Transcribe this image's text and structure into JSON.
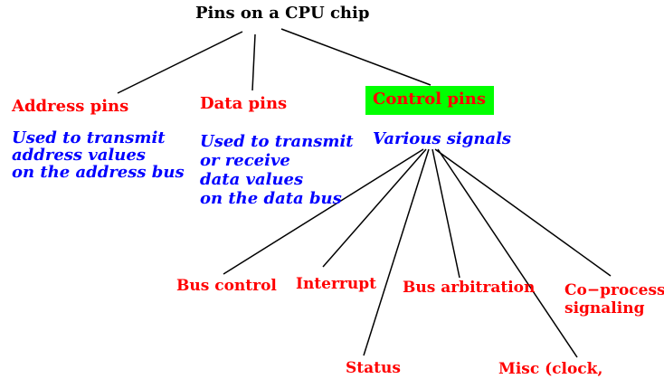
{
  "title": "Pins on a CPU chip",
  "categories": [
    {
      "name": "Address pins",
      "description": "Used to transmit\naddress values\non the address bus",
      "highlighted": false
    },
    {
      "name": "Data pins",
      "description": "Used to transmit\nor receive\ndata values\non the data bus",
      "highlighted": false
    },
    {
      "name": "Control pins",
      "description": "Various signals",
      "highlighted": true
    }
  ],
  "control_signals": [
    "Bus control",
    "Interrupt",
    "Status",
    "Bus arbitration",
    "Co−processo\nsignaling",
    "Misc (clock, power,...."
  ],
  "colors": {
    "title": "#000000",
    "category": "#ff0000",
    "description": "#0000ff",
    "highlight": "#00ff00",
    "lines": "#000000"
  }
}
